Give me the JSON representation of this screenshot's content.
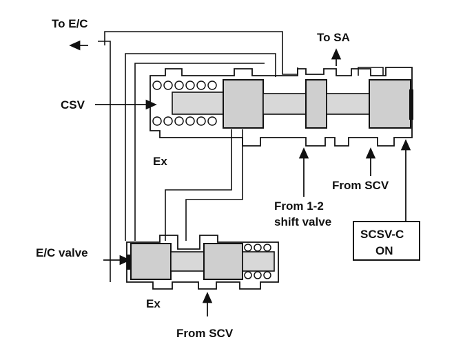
{
  "labels": {
    "to_ec": "To E/C",
    "to_sa": "To SA",
    "csv": "CSV",
    "ex_upper": "Ex",
    "from_scv_upper": "From SCV",
    "from_12_line1": "From 1-2",
    "from_12_line2": "shift valve",
    "scsv_line1": "SCSV-C",
    "scsv_line2": "ON",
    "ec_valve": "E/C valve",
    "ex_lower": "Ex",
    "from_scv_lower": "From SCV"
  }
}
